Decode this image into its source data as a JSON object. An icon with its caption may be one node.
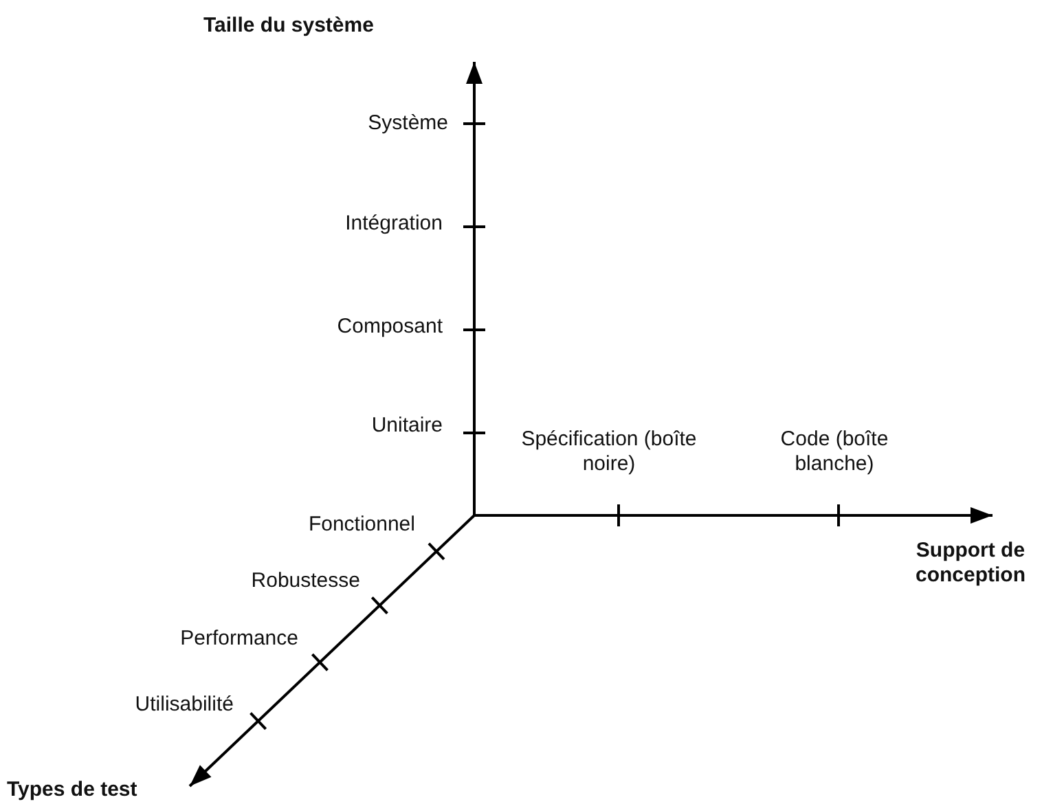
{
  "diagram": {
    "labels": [
      "Taille du système",
      "Système",
      "Intégration",
      "Composant",
      "Unitaire",
      "Spécification (boîte noire)",
      "Code (boîte blanche)",
      "Fonctionnel",
      "Support de conception",
      "Robustesse",
      "Performance",
      "Utilisabilité",
      "Types de test"
    ]
  }
}
